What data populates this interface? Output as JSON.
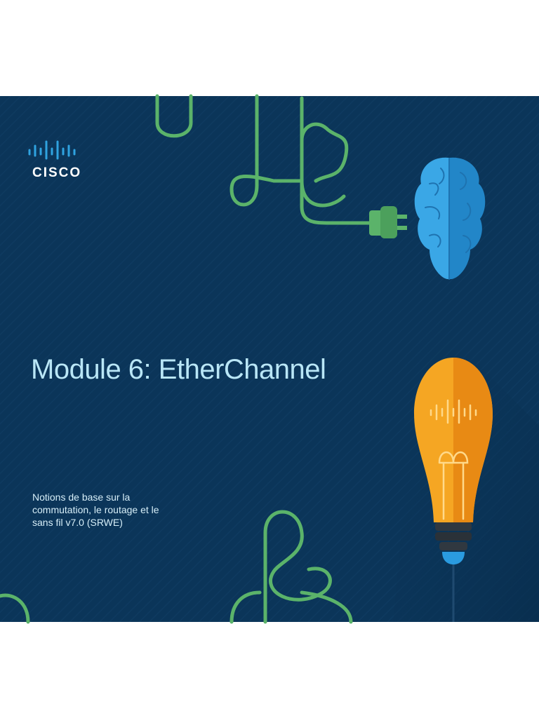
{
  "slide": {
    "brand": "CISCO",
    "title": "Module 6: EtherChannel",
    "subtitle": "Notions de base sur la commutation, le routage et le sans fil v7.0 (SRWE)"
  },
  "colors": {
    "background": "#0b3559",
    "title_text": "#b9e6f6",
    "cable_green": "#5bb36a",
    "brain_blue": "#2e9fe0",
    "bulb_orange": "#f39c1e"
  },
  "icons": [
    "cisco-logo-icon",
    "cable-icon",
    "plug-icon",
    "brain-icon",
    "lightbulb-icon"
  ]
}
